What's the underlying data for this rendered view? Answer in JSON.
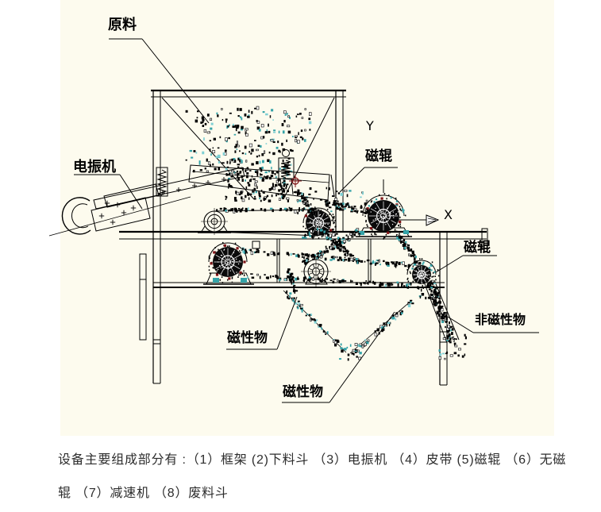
{
  "labels": {
    "raw_material": "原料",
    "vibrator": "电振机",
    "magnetic_roller_top": "磁辊",
    "magnetic_roller_right": "磁辊",
    "non_magnetic_material": "非磁性物",
    "magnetic_material_1": "磁性物",
    "magnetic_material_2": "磁性物",
    "axis_x": "X",
    "axis_y": "Y"
  },
  "caption": {
    "line1": "设备主要组成部分有 :（1）框架 (2)下料斗 （3）电振机 （4）皮带 (5)磁辊 （6）无磁",
    "line2": "辊 （7）减速机 （8）废料斗"
  },
  "colors": {
    "canvas_background": "#FDFBEE",
    "line": "#000000",
    "particle_teal": "#35A3A8",
    "particle_teal_light": "#7FD0D4",
    "magnet_red": "#7E1417",
    "caption_text": "#2D2D2D"
  }
}
